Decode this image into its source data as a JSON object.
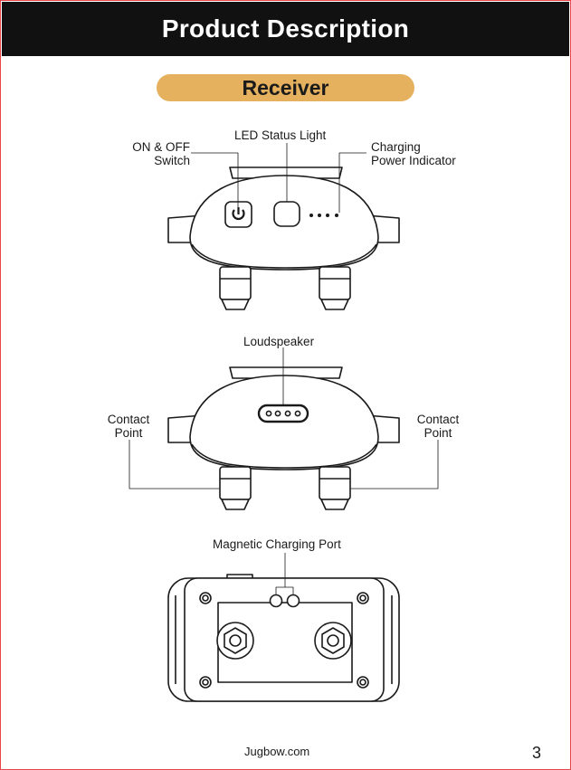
{
  "header": {
    "title": "Product Description"
  },
  "section": {
    "label": "Receiver"
  },
  "front_view": {
    "on_off_line1": "ON & OFF",
    "on_off_line2": "Switch",
    "led": "LED Status Light",
    "charging_line1": "Charging",
    "charging_line2": "Power Indicator"
  },
  "back_view": {
    "speaker": "Loudspeaker",
    "contact_left_line1": "Contact",
    "contact_left_line2": "Point",
    "contact_right_line1": "Contact",
    "contact_right_line2": "Point"
  },
  "bottom_view": {
    "port": "Magnetic Charging Port"
  },
  "footer": {
    "site": "Jugbow.com",
    "page": "3"
  },
  "colors": {
    "header_bg": "#111111",
    "pill_bg": "#e5b15f",
    "frame": "#e8474a"
  },
  "icons": [
    "power-icon"
  ]
}
